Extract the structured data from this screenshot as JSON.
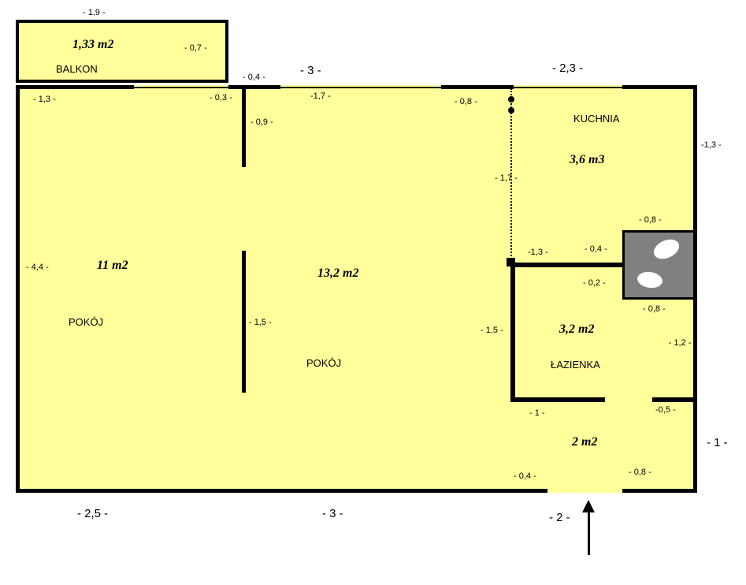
{
  "colors": {
    "floor": "#FFFF9C",
    "wall": "#000000",
    "shaft": "#808080"
  },
  "rooms": [
    {
      "name": "BALKON",
      "area": "1,33 m2"
    },
    {
      "name": "POKÓJ",
      "area": "11 m2"
    },
    {
      "name": "POKÓJ",
      "area": "13,2 m2"
    },
    {
      "name": "KUCHNIA",
      "area": "3,6 m3"
    },
    {
      "name": "ŁAZIENKA",
      "area": "3,2 m2"
    },
    {
      "name": "",
      "area": "2 m2"
    }
  ],
  "dims": [
    "- 1,9 -",
    "- 0,7 -",
    "- 0,4 -",
    "- 3 -",
    "- 2,3 -",
    "-1,3 -",
    "- 1,3 -",
    "- 0,3 -",
    "-1,7 -",
    "- 0,8 -",
    "- 0,9 -",
    "- 1,7 -",
    "- 0,8 -",
    "- 4,4 -",
    "-1,3 -",
    "- 0,4 -",
    "- 0,2 -",
    "- 0,8 -",
    "- 1,5 -",
    "- 1,5 -",
    "- 1,2 -",
    "- 1 -",
    "-0,5 -",
    "- 1 -",
    "- 0,4 -",
    "- 0,8 -",
    "- 2,5 -",
    "- 3 -",
    "- 2 -"
  ]
}
